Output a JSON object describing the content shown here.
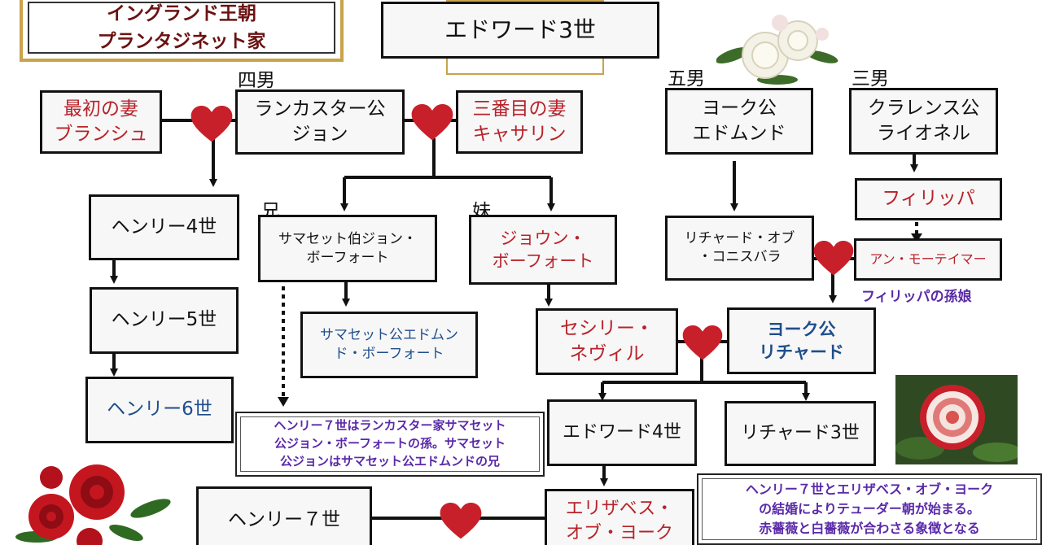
{
  "title": {
    "line1": "イングランド王朝",
    "line2": "プランタジネット家"
  },
  "king": {
    "label": "エドワード3世"
  },
  "relations": {
    "fourth_son": "四男",
    "fifth_son": "五男",
    "third_son": "三男",
    "elder_brother": "兄",
    "younger_sister": "妹"
  },
  "people": {
    "blanche": {
      "line1": "最初の妻",
      "line2": "ブランシュ"
    },
    "john_of_gaunt": {
      "line1": "ランカスター公",
      "line2": "ジョン"
    },
    "katherine": {
      "line1": "三番目の妻",
      "line2": "キャサリン"
    },
    "edmund_york": {
      "line1": "ヨーク公",
      "line2": "エドムンド"
    },
    "lionel": {
      "line1": "クラレンス公",
      "line2": "ライオネル"
    },
    "philippa": {
      "line1": "フィリッパ"
    },
    "henry4": {
      "line1": "ヘンリー4世"
    },
    "john_beaufort": {
      "line1": "サマセット伯ジョン・",
      "line2": "ボーフォート"
    },
    "joan_beaufort": {
      "line1": "ジョウン・",
      "line2": "ボーフォート"
    },
    "richard_conisburgh": {
      "line1": "リチャード・オブ",
      "line2": "・コニスバラ"
    },
    "anne_mortimer": {
      "line1": "アン・モーテイマー"
    },
    "henry5": {
      "line1": "ヘンリー5世"
    },
    "edmund_beaufort": {
      "line1": "サマセット公エドムン",
      "line2": "ド・ボーフォート"
    },
    "cecily": {
      "line1": "セシリー・",
      "line2": "ネヴィル"
    },
    "richard_york": {
      "line1": "ヨーク公",
      "line2": "リチャード"
    },
    "henry6": {
      "line1": "ヘンリー6世"
    },
    "edward4": {
      "line1": "エドワード4世"
    },
    "richard3": {
      "line1": "リチャード3世"
    },
    "henry7": {
      "line1": "ヘンリー７世"
    },
    "elizabeth": {
      "line1": "エリザベス・",
      "line2": "オブ・ヨーク"
    }
  },
  "notes": {
    "philippa_granddaughter": "フィリッパの孫娘",
    "henry7_origin": {
      "line1": "ヘンリー７世はランカスター家サマセット",
      "line2": "公ジョン・ボーフォートの孫。サマセット",
      "line3": "公ジョンはサマセット公エドムンドの兄"
    },
    "tudor_start": {
      "line1": "ヘンリー７世とエリザベス・オブ・ヨーク",
      "line2": "の結婚によりテューダー朝が始まる。",
      "line3": "赤薔薇と白薔薇が合わさる象徴となる"
    }
  },
  "icons": [
    "heart-icon",
    "white-rose-icon",
    "red-rose-icon",
    "pink-rose-icon"
  ],
  "colors": {
    "red_text": "#b8232a",
    "blue_text": "#1f4e8c",
    "purple_text": "#5a2aa8",
    "heart": "#c8202a",
    "gold": "#c9a24a"
  }
}
